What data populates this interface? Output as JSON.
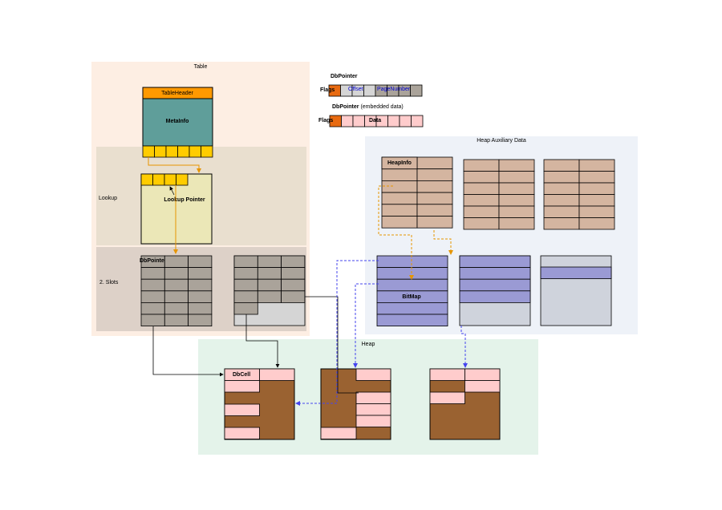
{
  "regions": {
    "table": "Table",
    "lookup": "Lookup",
    "slots": "2. Slots",
    "heap": "Heap",
    "heap_aux": "Heap Auxiliary Data"
  },
  "blocks": {
    "table_header": "TableHeader",
    "metainfo": "MetaInfo",
    "lookup_pointer": "Lookup Pointer",
    "dbpointer_slot": "DbPointe",
    "heapinfo": "HeapInfo",
    "bitmap": "BitMap",
    "dbcell": "DbCell"
  },
  "legend": {
    "dbpointer_title": "DbPointer",
    "flags": "Flags",
    "offset": "Offset",
    "pagenumber": "PageNumber",
    "embedded_title": "DbPointer",
    "embedded_suffix": "(embedded data)",
    "flags2": "Flags",
    "data": "Data"
  },
  "colors": {
    "table_bg": "#fdeee3",
    "lookup_bg": "#e9dfcf",
    "slots_bg": "#ddd1c8",
    "heap_bg": "#e4f3ea",
    "aux_bg": "#eef2f8",
    "orange": "#ff9900",
    "dark_orange": "#e86a10",
    "yellow_cell": "#ffcc00",
    "teal": "#5f9e9a",
    "light_yellow": "#ebe7b7",
    "gray_cell": "#aaa39a",
    "light_gray": "#d5d5d5",
    "brown": "#9a6231",
    "pink": "#ffcccc",
    "tan": "#d4b5a0",
    "purple": "#9a9ad4",
    "blue_gray": "#cfd3dc",
    "arrow_orange": "#e69500",
    "arrow_blue": "#4444ee"
  }
}
